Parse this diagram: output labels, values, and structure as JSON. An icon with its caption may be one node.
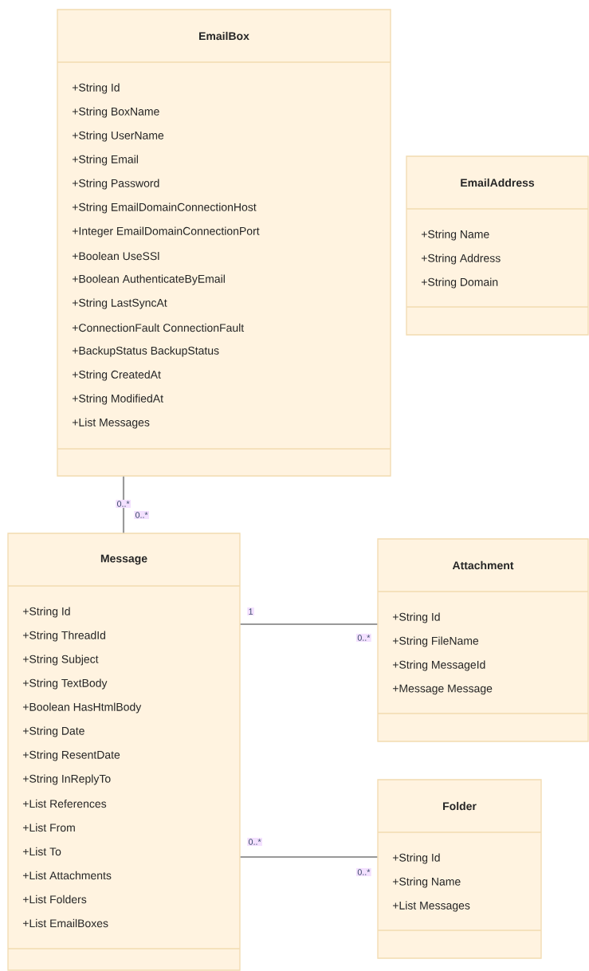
{
  "diagram": {
    "nodes": [
      {
        "text": [
          "EmailBox",
          "+String Id",
          "+String BoxName",
          "+String UserName",
          "+String Email",
          "+String Password",
          "+String EmailDomainConnectionHost",
          "+Integer EmailDomainConnectionPort",
          "+Boolean UseSSl",
          "+Boolean AuthenticateByEmail",
          "+String LastSyncAt",
          "+ConnectionFault ConnectionFault",
          "+BackupStatus BackupStatus",
          "+String CreatedAt",
          "+String ModifiedAt",
          "+List Messages"
        ]
      },
      {
        "text": [
          "EmailAddress",
          "+String Name",
          "+String Address",
          "+String Domain"
        ]
      },
      {
        "text": [
          "Message",
          "+String Id",
          "+String ThreadId",
          "+String Subject",
          "+String TextBody",
          "+Boolean HasHtmlBody",
          "+String Date",
          "+String ResentDate",
          "+String InReplyTo",
          "+List References",
          "+List From",
          "+List To",
          "+List Attachments",
          "+List Folders",
          "+List EmailBoxes"
        ]
      },
      {
        "text": [
          "Attachment",
          "+String Id",
          "+String FileName",
          "+String MessageId",
          "+Message Message"
        ]
      },
      {
        "text": [
          "Folder",
          "+String Id",
          "+String Name",
          "+List Messages"
        ]
      }
    ],
    "edges": [
      {
        "from": 0,
        "to": 2,
        "arrow": "none"
      },
      {
        "from": 2,
        "to": 3,
        "arrow": "none"
      },
      {
        "from": 2,
        "to": 4,
        "arrow": "none"
      }
    ],
    "labels": [
      "0..*",
      "0..*",
      "1",
      "0..*",
      "0..*",
      "0..*"
    ]
  }
}
